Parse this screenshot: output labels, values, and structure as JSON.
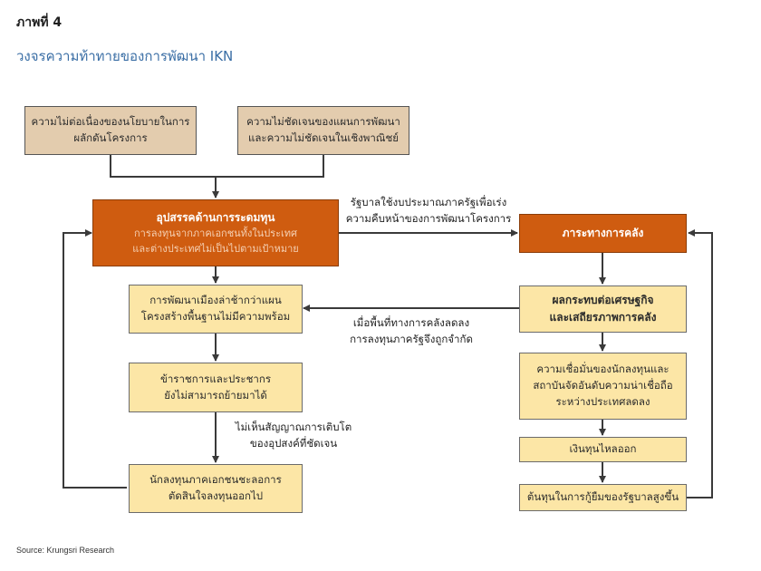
{
  "figure": {
    "label": "ภาพที่ 4",
    "title": "วงจรความท้าทายของการพัฒนา IKN",
    "source": "Source: Krungsri Research"
  },
  "boxes": {
    "policy_discontinuity": [
      "ความไม่ต่อเนื่องของนโยบายในการ",
      "ผลักดันโครงการ"
    ],
    "plan_uncertainty": [
      "ความไม่ชัดเจนของแผนการพัฒนา",
      "และความไม่ชัดเจนในเชิงพาณิชย์"
    ],
    "funding_barrier": {
      "heading": "อุปสรรคด้านการระดมทุน",
      "sub": [
        "การลงทุนจากภาคเอกชนทั้งในประเทศ",
        "และต่างประเทศไม่เป็นไปตามเป้าหมาย"
      ]
    },
    "fiscal_burden": "ภาระทางการคลัง",
    "slow_development": [
      "การพัฒนาเมืองล่าช้ากว่าแผน",
      "โครงสร้างพื้นฐานไม่มีความพร้อม"
    ],
    "economic_impact": [
      "ผลกระทบต่อเศรษฐกิจ",
      "และเสถียรภาพการคลัง"
    ],
    "officials_not_moving": [
      "ข้าราชการและประชากร",
      "ยังไม่สามารถย้ายมาได้"
    ],
    "investor_confidence": [
      "ความเชื่อมั่นของนักลงทุนและ",
      "สถาบันจัดอันดับความน่าเชื่อถือ",
      "ระหว่างประเทศลดลง"
    ],
    "capital_outflow": "เงินทุนไหลออก",
    "private_delay": [
      "นักลงทุนภาคเอกชนชะลอการ",
      "ตัดสินใจลงทุนออกไป"
    ],
    "borrowing_cost": "ต้นทุนในการกู้ยืมของรัฐบาลสูงขึ้น"
  },
  "labels": {
    "govt_budget": [
      "รัฐบาลใช้งบประมาณภาครัฐเพื่อเร่ง",
      "ความคืบหน้าของการพัฒนาโครงการ"
    ],
    "fiscal_space": [
      "เมื่อพื้นที่ทางการคลังลดลง",
      "การลงทุนภาครัฐจึงถูกจำกัด"
    ],
    "no_growth_signal": [
      "ไม่เห็นสัญญาณการเติบโต",
      "ของอุปสงค์ที่ชัดเจน"
    ]
  },
  "colors": {
    "tan": "#e3ccae",
    "yellow": "#fce6a6",
    "orange": "#cf5c10",
    "title_blue": "#3a6ea5",
    "arrow": "#3a3a3a"
  }
}
